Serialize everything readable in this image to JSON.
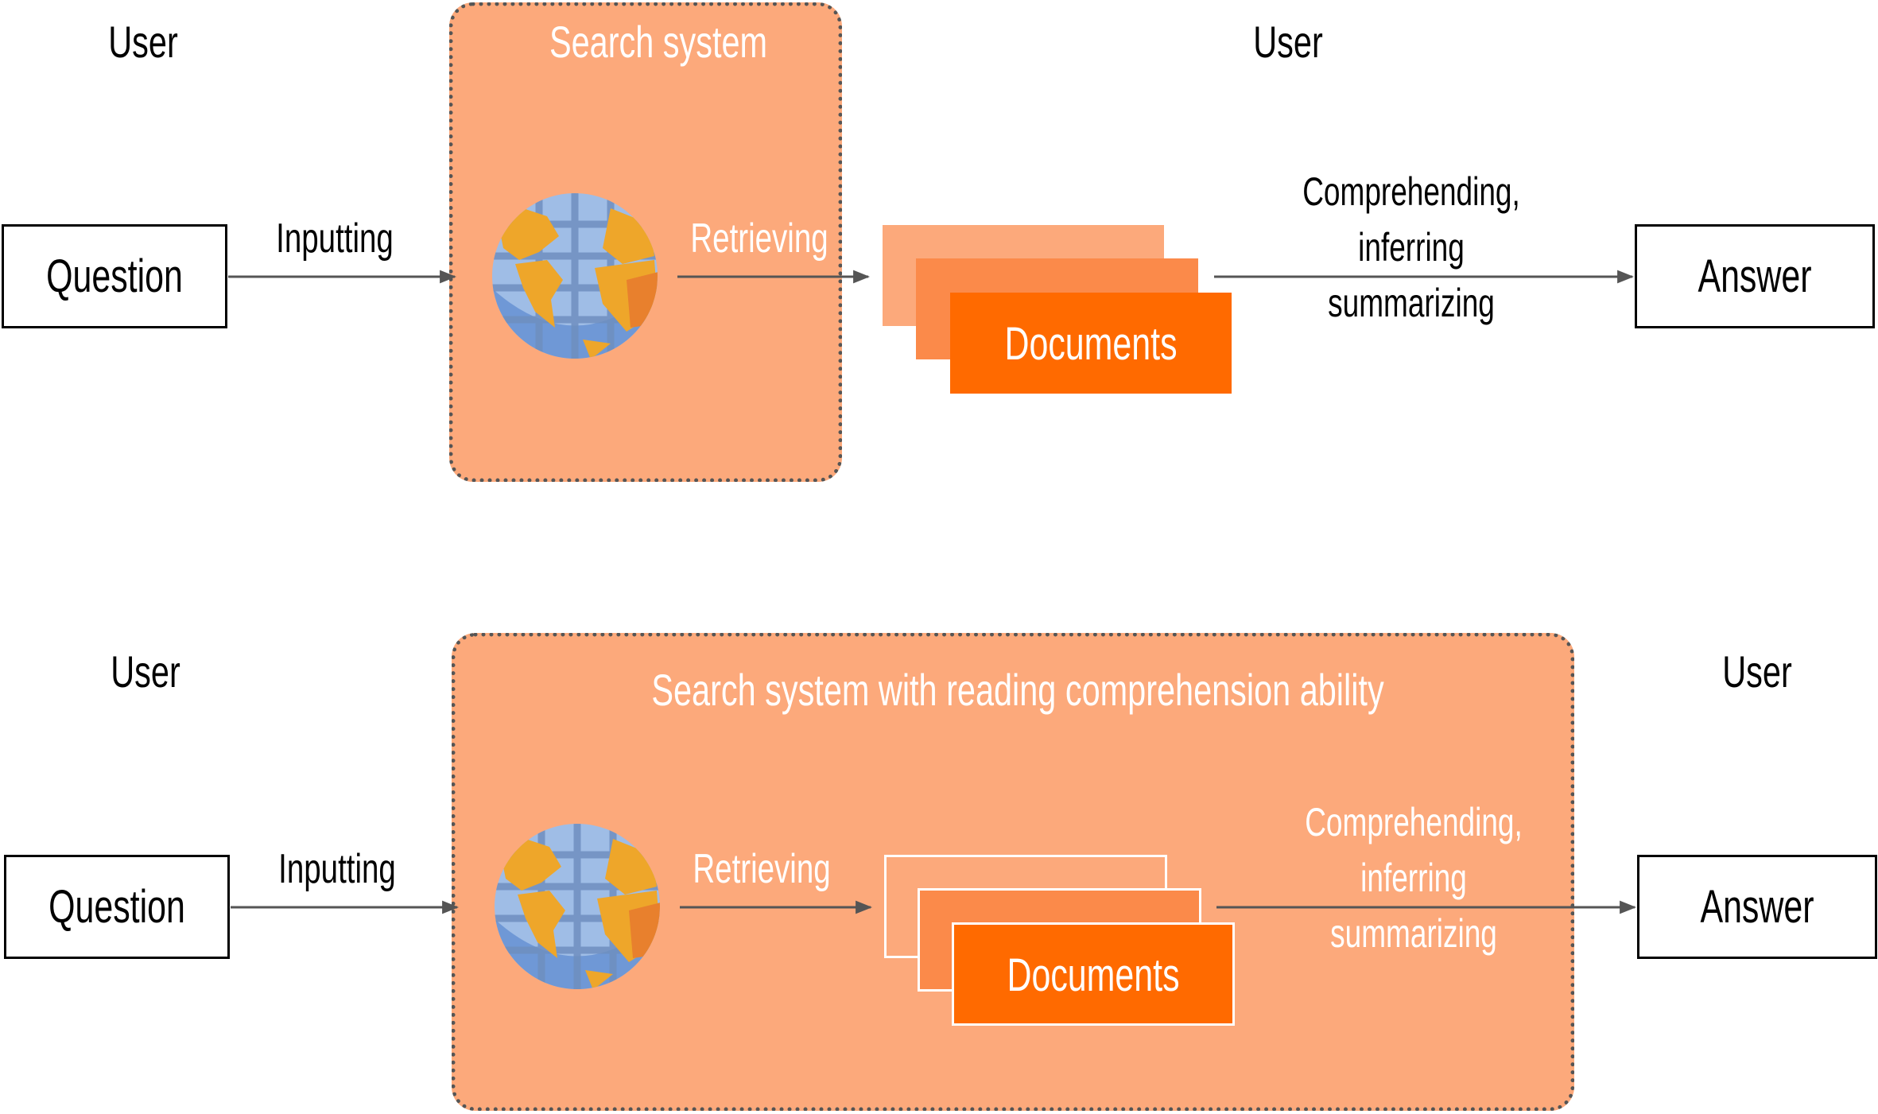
{
  "top": {
    "user_left": "User",
    "user_right": "User",
    "question": "Question",
    "inputting": "Inputting",
    "system_title": "Search system",
    "retrieving": "Retrieving",
    "documents": "Documents",
    "process": [
      "Comprehending,",
      "inferring",
      "summarizing"
    ],
    "answer": "Answer"
  },
  "bottom": {
    "user_left": "User",
    "user_right": "User",
    "question": "Question",
    "inputting": "Inputting",
    "system_title": "Search system with reading comprehension ability",
    "retrieving": "Retrieving",
    "documents": "Documents",
    "process": [
      "Comprehending,",
      "inferring",
      "summarizing"
    ],
    "answer": "Answer"
  },
  "colors": {
    "system_fill": "#fca97b",
    "doc_back": "#fca97b",
    "doc_mid": "#fb8a4a",
    "doc_front": "#ff6a00",
    "globe_ocean": "#7fa7dd",
    "globe_land": "#eea62a"
  },
  "icons": {
    "globe": "globe-icon"
  }
}
